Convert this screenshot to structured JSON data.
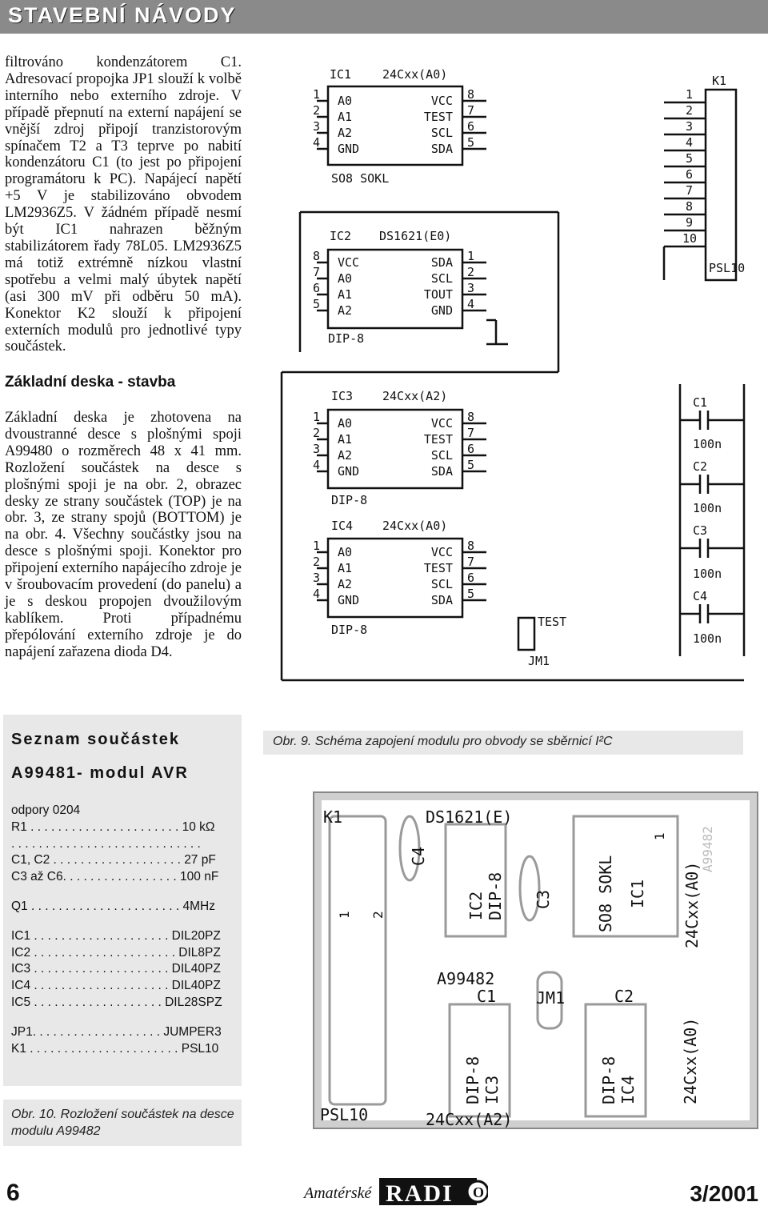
{
  "header": {
    "section_title": "STAVEBNÍ NÁVODY"
  },
  "article": {
    "paragraph1": "filtrováno kondenzátorem C1. Adresovací propojka JP1 slouží k volbě interního nebo externího zdroje. V případě přepnutí na externí napájení se vnější zdroj připojí tranzistorovým spínačem T2 a T3 teprve po nabití kondenzátoru C1 (to jest po připojení programátoru k PC). Napájecí napětí +5 V je stabilizováno obvodem LM2936Z5. V žádném případě nesmí být IC1 nahrazen běžným stabilizátorem řady 78L05. LM2936Z5 má totiž extrémně nízkou vlastní spotřebu a velmi malý úbytek napětí (asi 300 mV při odběru 50 mA). Konektor K2 slouží k připojení externích modulů pro jednotlivé typy součástek.",
    "section_heading": "Základní deska - stavba",
    "paragraph2": "Základní deska je zhotovena na dvoustranné desce s plošnými spoji A99480 o rozměrech 48 x 41 mm. Rozložení součástek na desce s plošnými spoji je na obr. 2, obrazec desky ze strany součástek (TOP) je na obr. 3, ze strany spojů (BOTTOM) je na obr. 4. Všechny součástky jsou na desce s plošnými spoji. Konektor pro připojení externího napájecího zdroje je v šroubovacím provedení (do panelu) a je s deskou propojen dvoužilovým kablíkem. Proti případnému přepólování externího zdroje je do napájení zařazena dioda D4."
  },
  "schematic": {
    "ic1": {
      "ref": "IC1",
      "type": "24Cxx(A0)",
      "package": "SO8 SOKL"
    },
    "ic2": {
      "ref": "IC2",
      "type": "DS1621(E0)",
      "package": "DIP-8"
    },
    "ic3": {
      "ref": "IC3",
      "type": "24Cxx(A2)",
      "package": "DIP-8"
    },
    "ic4": {
      "ref": "IC4",
      "type": "24Cxx(A0)",
      "package": "DIP-8"
    },
    "eeprom_left_pins": [
      "A0",
      "A1",
      "A2",
      "GND"
    ],
    "eeprom_right_pins": [
      "VCC",
      "TEST",
      "SCL",
      "SDA"
    ],
    "eeprom_left_nums": [
      "1",
      "2",
      "3",
      "4"
    ],
    "eeprom_right_nums": [
      "8",
      "7",
      "6",
      "5"
    ],
    "ds_left_pins": [
      "VCC",
      "A0",
      "A1",
      "A2"
    ],
    "ds_right_pins": [
      "SDA",
      "SCL",
      "TOUT",
      "GND"
    ],
    "ds_left_nums": [
      "8",
      "7",
      "6",
      "5"
    ],
    "ds_right_nums": [
      "1",
      "2",
      "3",
      "4"
    ],
    "connector": {
      "ref": "K1",
      "type": "PSL10",
      "pins": [
        "1",
        "2",
        "3",
        "4",
        "5",
        "6",
        "7",
        "8",
        "9",
        "10"
      ]
    },
    "capacitors": [
      {
        "ref": "C1",
        "value": "100n"
      },
      {
        "ref": "C2",
        "value": "100n"
      },
      {
        "ref": "C3",
        "value": "100n"
      },
      {
        "ref": "C4",
        "value": "100n"
      }
    ],
    "jumper": {
      "ref": "JM1",
      "label": "TEST"
    }
  },
  "parts_list": {
    "title": "Seznam součástek",
    "subtitle": "A99481- modul AVR",
    "rows": [
      {
        "text": "odpory 0204",
        "gap": false
      },
      {
        "text": "R1 . . . . . . . . . . . . . . . . . . . . . . 10 kΩ",
        "gap": false
      },
      {
        "text": ". . . . . . . . . . . . . . . . . . . . . . . . . . . .",
        "gap": false
      },
      {
        "text": "C1, C2 . . . . . . . . . . . . . . . . . . . 27 pF",
        "gap": false
      },
      {
        "text": "C3 až C6. . . . . . . . . . . . . . . . . 100 nF",
        "gap": false
      },
      {
        "text": "Q1 . . . . . . . . . . . . . . . . . . . . . . 4MHz",
        "gap": true
      },
      {
        "text": "IC1 . . . . . . . . . . . . . . . . . . . . DIL20PZ",
        "gap": true
      },
      {
        "text": "IC2 . . . . . . . . . . . . . . . . . . . . . DIL8PZ",
        "gap": false
      },
      {
        "text": "IC3 . . . . . . . . . . . . . . . . . . . . DIL40PZ",
        "gap": false
      },
      {
        "text": "IC4 . . . . . . . . . . . . . . . . . . . . DIL40PZ",
        "gap": false
      },
      {
        "text": "IC5 . . . . . . . . . . . . . . . . . . . DIL28SPZ",
        "gap": false
      },
      {
        "text": "JP1. . . . . . . . . . . . . . . . . . . JUMPER3",
        "gap": true
      },
      {
        "text": "K1 . . . . . . . . . . . . . . . . . . . . . . PSL10",
        "gap": false
      }
    ]
  },
  "captions": {
    "fig9": "Obr. 9. Schéma zapojení modulu pro obvody se sběrnicí I²C",
    "fig10": "Obr. 10. Rozložení součástek na desce modulu A99482"
  },
  "pcb": {
    "k1": "K1",
    "ds1621": "DS1621(E)",
    "ic2": "IC2",
    "dip8": "DIP-8",
    "c4": "C4",
    "c3": "C3",
    "pin1": "1",
    "pin2": "2",
    "ic1_pin1": "1",
    "so8": "SO8 SOKL",
    "ic1": "IC1",
    "ic1_type": "24Cxx(A0)",
    "board_id": "A99482",
    "board_id_vertical": "A99482",
    "c1": "C1",
    "jm1": "JM1",
    "c2": "C2",
    "ic3": "IC3",
    "ic4": "IC4",
    "ic4_type": "24Cxx(A0)",
    "psl10": "PSL10",
    "ic3_type": "24Cxx(A2)"
  },
  "footer": {
    "page_number": "6",
    "issue": "3/2001",
    "logo_script": "Amatérské",
    "logo_radio": "RADI",
    "logo_tail": "O"
  }
}
